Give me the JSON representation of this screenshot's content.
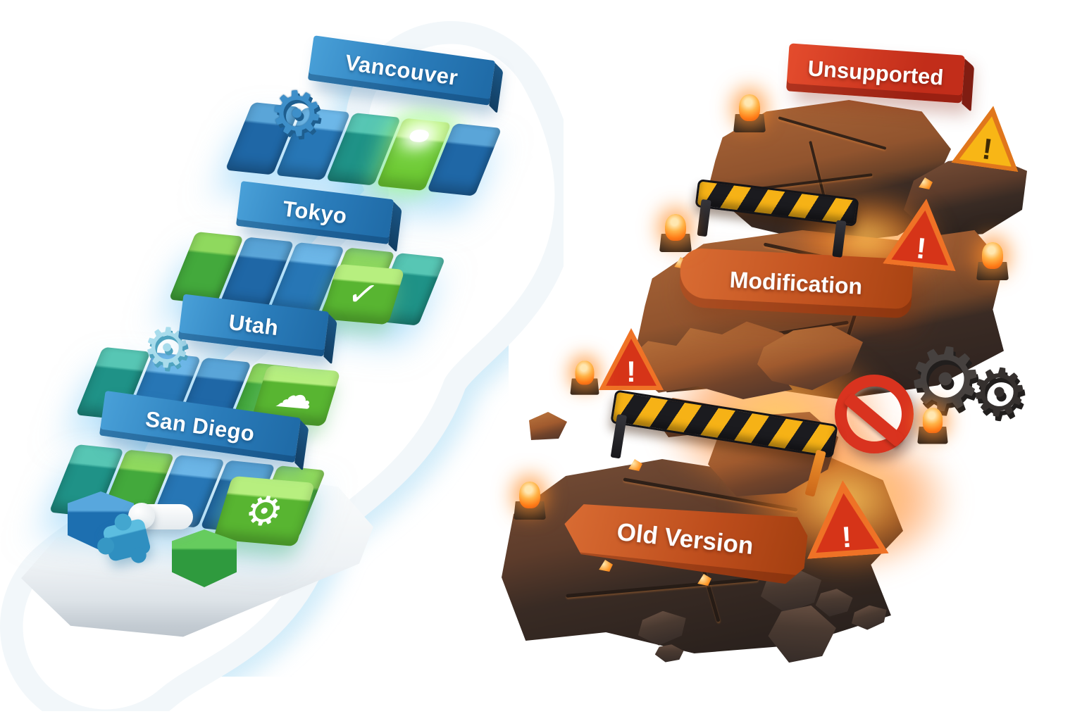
{
  "left_path": {
    "releases": [
      {
        "label": "Vancouver"
      },
      {
        "label": "Tokyo"
      },
      {
        "label": "Utah"
      },
      {
        "label": "San Diego"
      }
    ]
  },
  "right_zone": {
    "unsupported_label": "Unsupported",
    "modification_label": "Modification",
    "old_version_label": "Old Version",
    "warning_glyph": "!"
  },
  "icons": {
    "gear_glyph": "⚙",
    "check_glyph": "✓",
    "cloud_glyph": "☁"
  },
  "colors": {
    "background": "#ffffff",
    "sign_blue": "#2a7cba",
    "block_blue": "#2776b5",
    "block_teal": "#1f9287",
    "block_green": "#43a93c",
    "block_lime": "#6cc832",
    "banner_red": "#c22d1a",
    "banner_orange": "#c1521f",
    "terrain_brown": "#91542e",
    "terrain_dark": "#2b211e",
    "hazard_yellow": "#f6b216",
    "siren_orange": "#ff7d18",
    "glow_cyan": "#aadcf5"
  }
}
